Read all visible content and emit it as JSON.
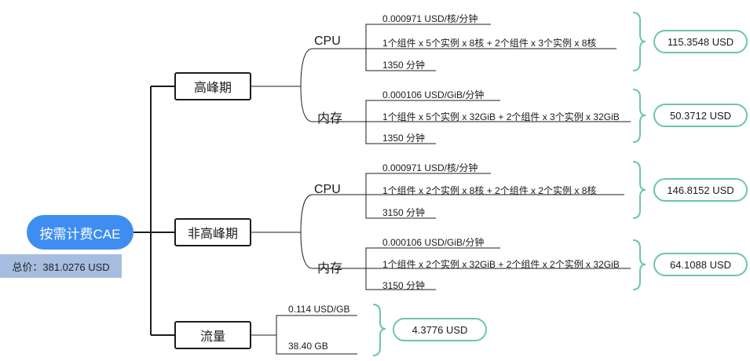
{
  "root": {
    "label": "按需计费CAE",
    "total": "总价：381.0276 USD"
  },
  "periods": [
    {
      "label": "高峰期",
      "items": [
        {
          "label": "CPU",
          "price": "0.000971 USD/核/分钟",
          "formula": "1个组件 x 5个实例 x 8核 + 2个组件 x 3个实例 x 8核",
          "duration": "1350 分钟",
          "result": "115.3548 USD"
        },
        {
          "label": "内存",
          "price": "0.000106 USD/GiB/分钟",
          "formula": "1个组件 x 5个实例 x 32GiB + 2个组件 x 3个实例 x 32GiB",
          "duration": "1350 分钟",
          "result": "50.3712 USD"
        }
      ]
    },
    {
      "label": "非高峰期",
      "items": [
        {
          "label": "CPU",
          "price": "0.000971 USD/核/分钟",
          "formula": "1个组件 x 2个实例 x 8核 + 2个组件 x 2个实例 x 8核",
          "duration": "3150 分钟",
          "result": "146.8152 USD"
        },
        {
          "label": "内存",
          "price": "0.000106 USD/GiB/分钟",
          "formula": "1个组件 x 2个实例 x 32GiB + 2个组件 x 2个实例 x 32GiB",
          "duration": "3150 分钟",
          "result": "64.1088 USD"
        }
      ]
    }
  ],
  "traffic": {
    "label": "流量",
    "price": "0.114 USD/GB",
    "amount": "38.40 GB",
    "result": "4.3776 USD"
  }
}
